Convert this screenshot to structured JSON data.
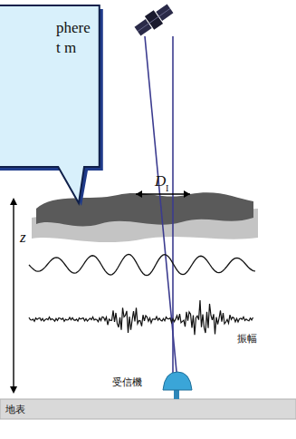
{
  "diagram": {
    "nodes": [
      {
        "text": [
          "phere t m"
        ]
      }
    ],
    "edges": [],
    "labels": [
      "D",
      "I",
      "z",
      "振幅",
      "受信機",
      "地表"
    ]
  }
}
